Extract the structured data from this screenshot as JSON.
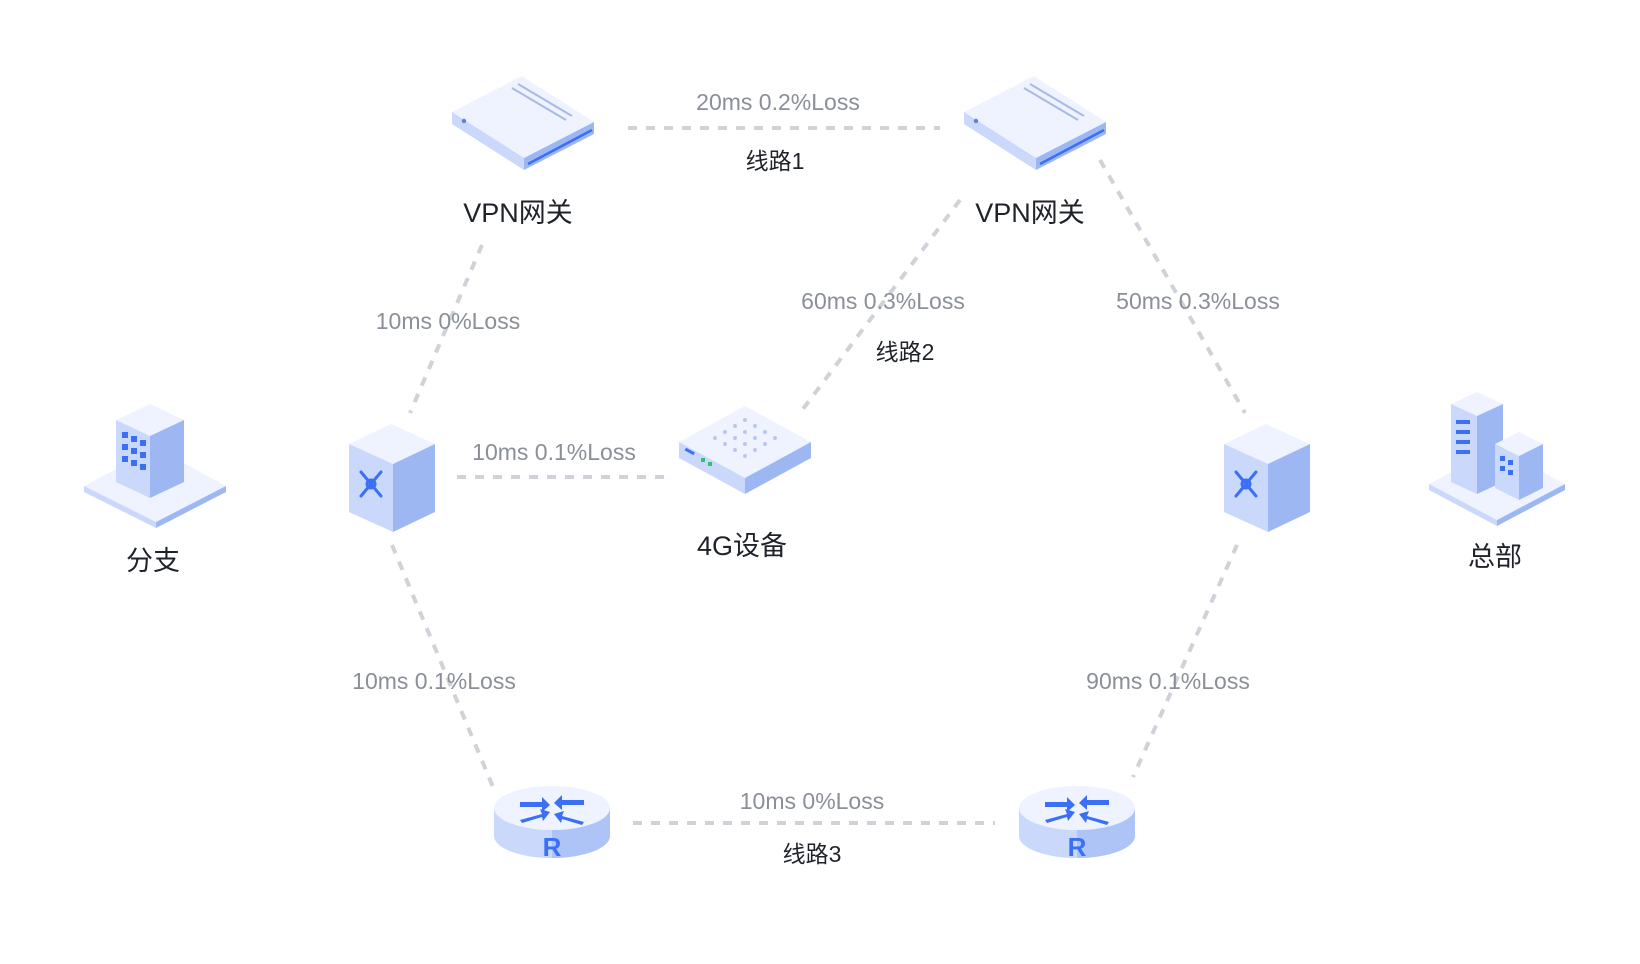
{
  "nodes": {
    "vpn_gateway_left": {
      "label": "VPN网关"
    },
    "vpn_gateway_right": {
      "label": "VPN网关"
    },
    "branch": {
      "label": "分支"
    },
    "headquarters": {
      "label": "总部"
    },
    "device_4g": {
      "label": "4G设备"
    },
    "router_left": {
      "badge": "R"
    },
    "router_right": {
      "badge": "R"
    }
  },
  "lines": {
    "line1": {
      "name": "线路1",
      "metric": "20ms 0.2%Loss"
    },
    "line2": {
      "name": "线路2",
      "metric": "60ms 0.3%Loss"
    },
    "line3": {
      "name": "线路3",
      "metric": "10ms 0%Loss"
    }
  },
  "links": {
    "switch_left_to_vpn_left": "10ms 0%Loss",
    "vpn_right_to_switch_right": "50ms 0.3%Loss",
    "switch_left_to_4g": "10ms 0.1%Loss",
    "switch_left_to_router_left": "10ms 0.1%Loss",
    "router_right_to_switch_right": "90ms 0.1%Loss"
  },
  "colors": {
    "dash": "#cfd2d8",
    "device_light": "#eef3ff",
    "device_mid": "#c9d8fb",
    "device_dark": "#9db7f3",
    "accent": "#3b6ff5"
  }
}
